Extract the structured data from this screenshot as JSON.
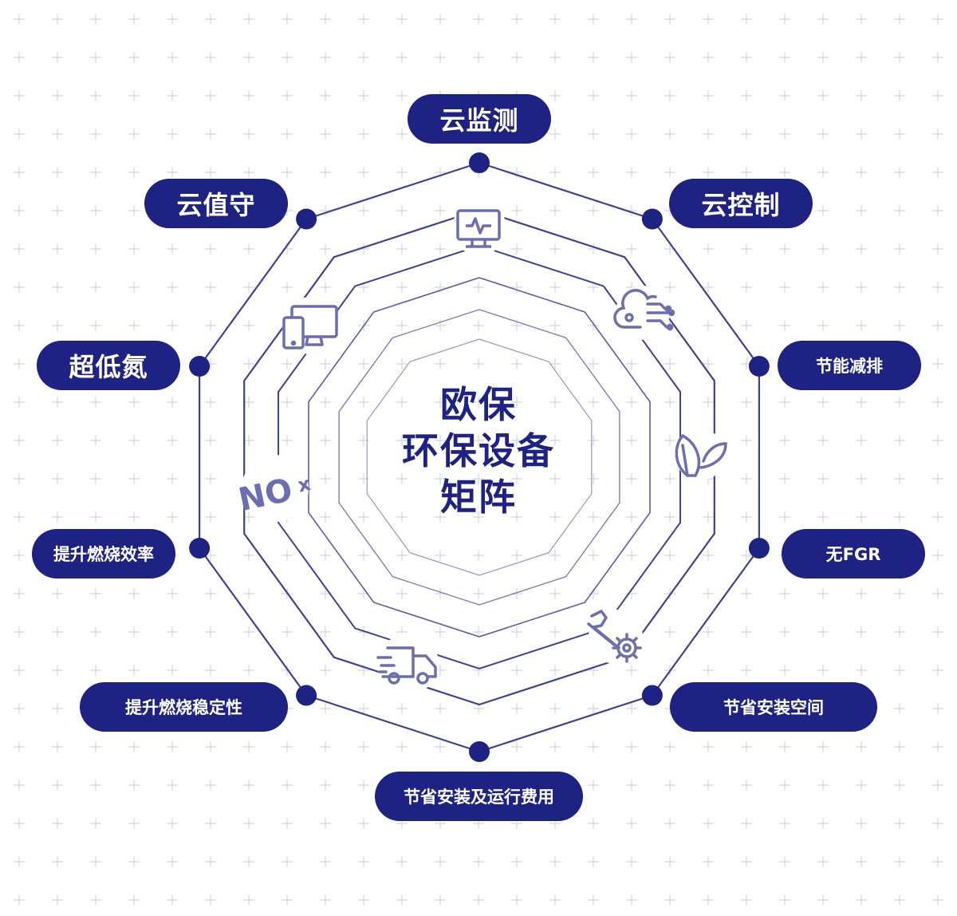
{
  "center": {
    "line1": "欧保",
    "line2": "环保设备",
    "line3": "矩阵"
  },
  "labels": {
    "cloud_monitor": "云监测",
    "cloud_control": "云控制",
    "energy_saving": "节能减排",
    "no_fgr": "无FGR",
    "save_space": "节省安装空间",
    "save_cost": "节省安装及运行费用",
    "stability": "提升燃烧稳定性",
    "efficiency": "提升燃烧效率",
    "ultra_low_nox": "超低氮",
    "cloud_duty": "云值守"
  },
  "icons": {
    "nox_main": "NO",
    "nox_sub": "x",
    "items": [
      "monitor-icon",
      "cloud-network-icon",
      "leaf-icon",
      "wrench-gear-icon",
      "delivery-truck-icon",
      "nox-icon",
      "devices-icon"
    ]
  },
  "colors": {
    "navy": "#1d2283",
    "line": "#3d4198",
    "icon": "#6b6fb0",
    "grid_plus": "#e6e6ec"
  }
}
